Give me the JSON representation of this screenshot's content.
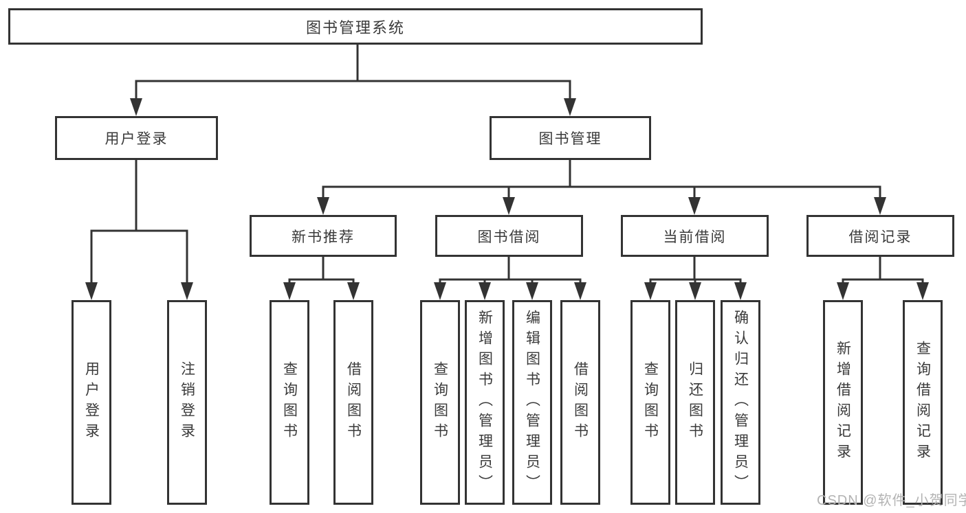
{
  "diagram": {
    "tree": {
      "label": "图书管理系统",
      "children": [
        {
          "label": "用户登录",
          "children": [
            {
              "label": "用户登录"
            },
            {
              "label": "注销登录"
            }
          ]
        },
        {
          "label": "图书管理",
          "children": [
            {
              "label": "新书推荐",
              "children": [
                {
                  "label": "查询图书"
                },
                {
                  "label": "借阅图书"
                }
              ]
            },
            {
              "label": "图书借阅",
              "children": [
                {
                  "label": "查询图书"
                },
                {
                  "label": "新增图书（管理员）"
                },
                {
                  "label": "编辑图书（管理员）"
                },
                {
                  "label": "借阅图书"
                }
              ]
            },
            {
              "label": "当前借阅",
              "children": [
                {
                  "label": "查询图书"
                },
                {
                  "label": "归还图书"
                },
                {
                  "label": "确认归还（管理员）"
                }
              ]
            },
            {
              "label": "借阅记录",
              "children": [
                {
                  "label": "新增借阅记录"
                },
                {
                  "label": "查询借阅记录"
                }
              ]
            }
          ]
        }
      ]
    }
  },
  "watermark": {
    "text": "CSDN @软件_小贺同学"
  },
  "colors": {
    "line": "#333333",
    "text": "#3a3a3a",
    "background": "#ffffff",
    "watermark": "#b3b3b3"
  }
}
